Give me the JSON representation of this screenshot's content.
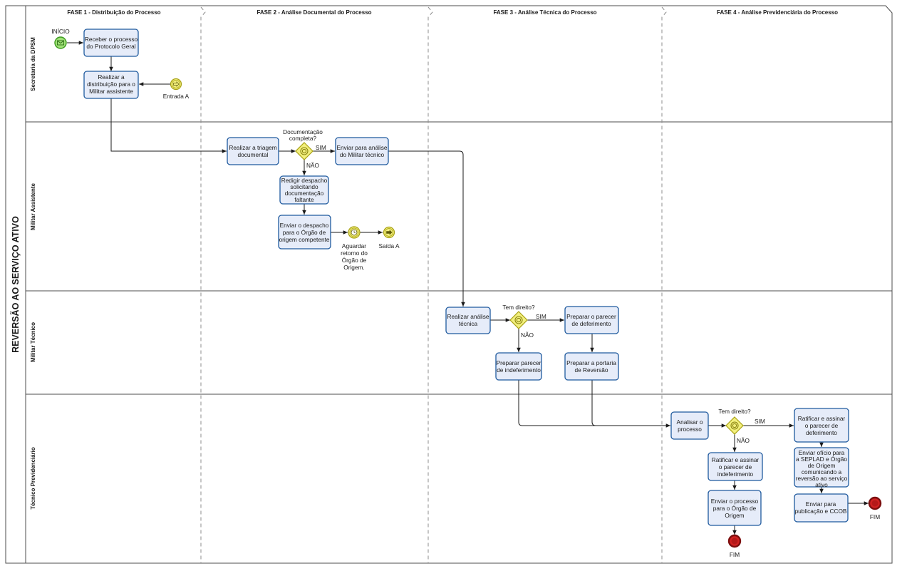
{
  "pool": {
    "title": "REVERSÃO AO SERVIÇO ATIVO"
  },
  "lanes": [
    {
      "id": "lane1",
      "title": "Secretaria da DPSM"
    },
    {
      "id": "lane2",
      "title": "Militar Assistente"
    },
    {
      "id": "lane3",
      "title": "Militar Técnico"
    },
    {
      "id": "lane4",
      "title": "Técnico Previdenciário"
    }
  ],
  "phases": [
    "FASE 1 - Distribuição do Processo",
    "FASE 2 - Análise Documental do Processo",
    "FASE 3 - Análise Técnica do Processo",
    "FASE 4 - Análise Previdenciária do Processo"
  ],
  "tasks": {
    "t1": [
      "Receber o processo",
      "do Protocolo Geral"
    ],
    "t2": [
      "Realizar a",
      "distribuição para o",
      "Militar assistente"
    ],
    "t3": [
      "Realizar a triagem",
      "documental"
    ],
    "t4": [
      "Enviar para análise",
      "do Militar técnico"
    ],
    "t5": [
      "Redigir despacho",
      "solicitando",
      "documentação",
      "faltante"
    ],
    "t6": [
      "Enviar o despacho",
      "para o Órgão de",
      "origem competente"
    ],
    "t7": [
      "Realizar análise",
      "técnica"
    ],
    "t8": [
      "Preparar o parecer",
      "de deferimento"
    ],
    "t9": [
      "Preparar parecer",
      "de indeferimento"
    ],
    "t10": [
      "Preparar a portaria",
      "de Reversão"
    ],
    "t11": [
      "Analisar o",
      "processo"
    ],
    "t12": [
      "Ratificar e assinar",
      "o parecer de",
      "deferimento"
    ],
    "t13": [
      "Enviar ofício para",
      "a SEPLAD e Órgão",
      "de Origem",
      "comunicando a",
      "reversão ao serviço",
      "ativo"
    ],
    "t14": [
      "Ratificar e assinar",
      "o parecer de",
      "indeferimento"
    ],
    "t15": [
      "Enviar o processo",
      "para o Órgão de",
      "Origem"
    ],
    "t16": [
      "Enviar para",
      "publicação e CCOB"
    ]
  },
  "events": {
    "start": "INÍCIO",
    "entrada": "Entrada A",
    "timer": [
      "Aguardar",
      "retorno do",
      "Órgão de",
      "Origem."
    ],
    "saida": "Saída A",
    "end1": "FIM",
    "end2": "FIM"
  },
  "gateways": {
    "g1": [
      "Documentação",
      "completa?"
    ],
    "g2": [
      "Tem direito?"
    ],
    "g3": [
      "Tem direito?"
    ]
  },
  "flow_labels": {
    "g1_yes": "SIM",
    "g1_no": "NÃO",
    "g2_yes": "SIM",
    "g2_no": "NÃO",
    "g3_yes": "SIM",
    "g3_no": "NÃO"
  },
  "colors": {
    "task_fill": "#e6ecf9",
    "task_stroke": "#1f5a9e",
    "start_fill": "#9fe077",
    "start_stroke": "#3c9b1e",
    "intermediate_fill": "#f2ef7d",
    "intermediate_stroke": "#a7a012",
    "end_fill": "#d22222",
    "end_stroke": "#7d0f0f",
    "gateway_fill": "#f2ef7d"
  }
}
